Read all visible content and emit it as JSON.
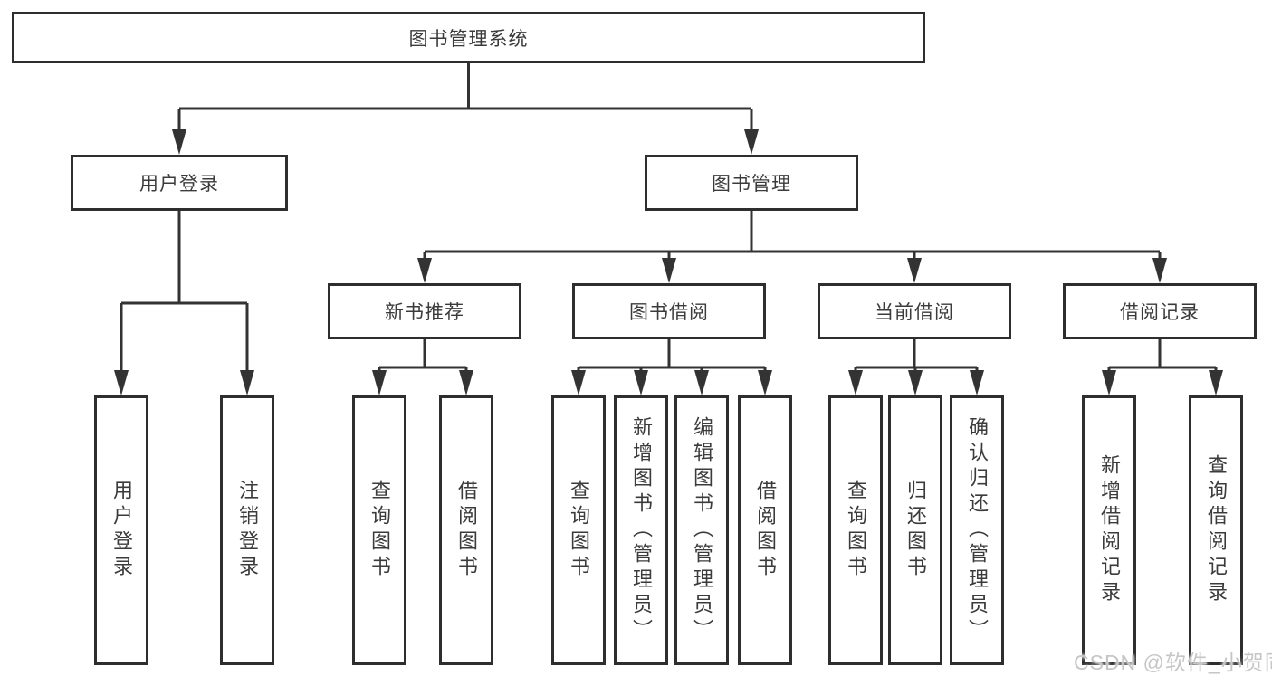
{
  "diagram": {
    "root": {
      "label": "图书管理系统"
    },
    "children": [
      {
        "label": "用户登录",
        "children": [
          {
            "label": "用户登录"
          },
          {
            "label": "注销登录"
          }
        ]
      },
      {
        "label": "图书管理",
        "children": [
          {
            "label": "新书推荐",
            "children": [
              {
                "label": "查询图书"
              },
              {
                "label": "借阅图书"
              }
            ]
          },
          {
            "label": "图书借阅",
            "children": [
              {
                "label": "查询图书"
              },
              {
                "label": "新增图书（管理员）"
              },
              {
                "label": "编辑图书（管理员）"
              },
              {
                "label": "借阅图书"
              }
            ]
          },
          {
            "label": "当前借阅",
            "children": [
              {
                "label": "查询图书"
              },
              {
                "label": "归还图书"
              },
              {
                "label": "确认归还（管理员）"
              }
            ]
          },
          {
            "label": "借阅记录",
            "children": [
              {
                "label": "新增借阅记录"
              },
              {
                "label": "查询借阅记录"
              }
            ]
          }
        ]
      }
    ]
  },
  "watermark": {
    "text": "CSDN @软件_小贺同学"
  },
  "colors": {
    "line": "#333333",
    "box_border": "#2e2e2e",
    "text": "#3b3b3b",
    "watermark": "#c6c6c6",
    "background": "#ffffff"
  }
}
